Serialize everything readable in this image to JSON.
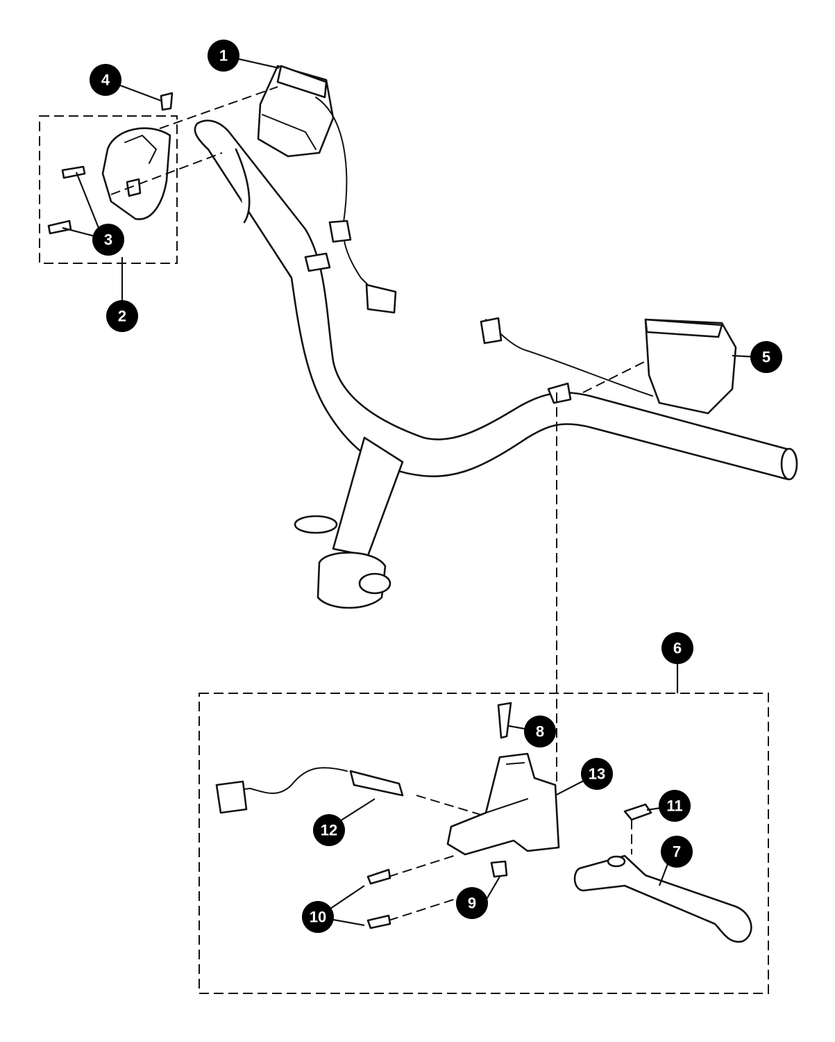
{
  "callouts": [
    {
      "id": "1",
      "label": "1"
    },
    {
      "id": "2",
      "label": "2"
    },
    {
      "id": "3",
      "label": "3"
    },
    {
      "id": "4",
      "label": "4"
    },
    {
      "id": "5",
      "label": "5"
    },
    {
      "id": "6",
      "label": "6"
    },
    {
      "id": "7",
      "label": "7"
    },
    {
      "id": "8",
      "label": "8"
    },
    {
      "id": "9",
      "label": "9"
    },
    {
      "id": "10",
      "label": "10"
    },
    {
      "id": "11",
      "label": "11"
    },
    {
      "id": "12",
      "label": "12"
    },
    {
      "id": "13",
      "label": "13"
    }
  ],
  "colors": {
    "line": "#111111",
    "callout_fill": "#000000",
    "callout_text": "#ffffff",
    "background": "#ffffff"
  }
}
